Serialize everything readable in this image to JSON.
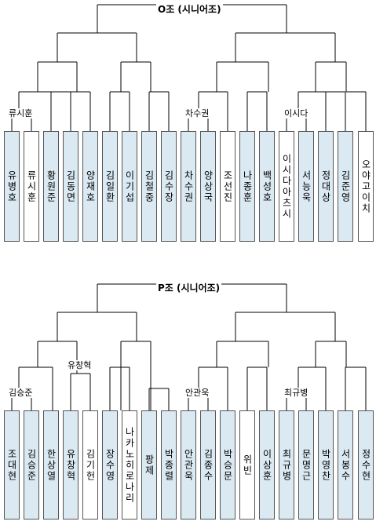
{
  "groups": [
    {
      "title": "O조 (시니어조)",
      "round_labels": [
        "류시훈",
        "차수권",
        "이시다"
      ],
      "players": [
        {
          "name": "유병호",
          "highlight": true
        },
        {
          "name": "류시훈",
          "highlight": false
        },
        {
          "name": "황원준",
          "highlight": true
        },
        {
          "name": "김동면",
          "highlight": true
        },
        {
          "name": "양재호",
          "highlight": true
        },
        {
          "name": "김일환",
          "highlight": true
        },
        {
          "name": "이기섭",
          "highlight": true
        },
        {
          "name": "김철중",
          "highlight": true
        },
        {
          "name": "김수장",
          "highlight": true
        },
        {
          "name": "차수권",
          "highlight": true
        },
        {
          "name": "양상국",
          "highlight": true
        },
        {
          "name": "조선진",
          "highlight": false
        },
        {
          "name": "나종훈",
          "highlight": true
        },
        {
          "name": "백성호",
          "highlight": true
        },
        {
          "name": "이시다아츠시",
          "highlight": false
        },
        {
          "name": "서능욱",
          "highlight": true
        },
        {
          "name": "정대상",
          "highlight": true
        },
        {
          "name": "김준영",
          "highlight": true
        },
        {
          "name": "오야고이치",
          "highlight": false
        }
      ]
    },
    {
      "title": "P조 (시니어조)",
      "round_labels": [
        "김승준",
        "유창혁",
        "안관욱",
        "최규병"
      ],
      "players": [
        {
          "name": "조대현",
          "highlight": true
        },
        {
          "name": "김승준",
          "highlight": true
        },
        {
          "name": "한상열",
          "highlight": true
        },
        {
          "name": "유창혁",
          "highlight": true
        },
        {
          "name": "김기헌",
          "highlight": false
        },
        {
          "name": "장수영",
          "highlight": true
        },
        {
          "name": "나카노히로나리",
          "highlight": false
        },
        {
          "name": "팡제",
          "highlight": true
        },
        {
          "name": "박종렬",
          "highlight": true
        },
        {
          "name": "안관욱",
          "highlight": true
        },
        {
          "name": "김종수",
          "highlight": true
        },
        {
          "name": "박승문",
          "highlight": true
        },
        {
          "name": "위빈",
          "highlight": false
        },
        {
          "name": "이상훈",
          "highlight": true
        },
        {
          "name": "최규병",
          "highlight": true
        },
        {
          "name": "문명근",
          "highlight": true
        },
        {
          "name": "박영찬",
          "highlight": true
        },
        {
          "name": "서봉수",
          "highlight": true
        },
        {
          "name": "정수현",
          "highlight": true
        }
      ]
    }
  ]
}
